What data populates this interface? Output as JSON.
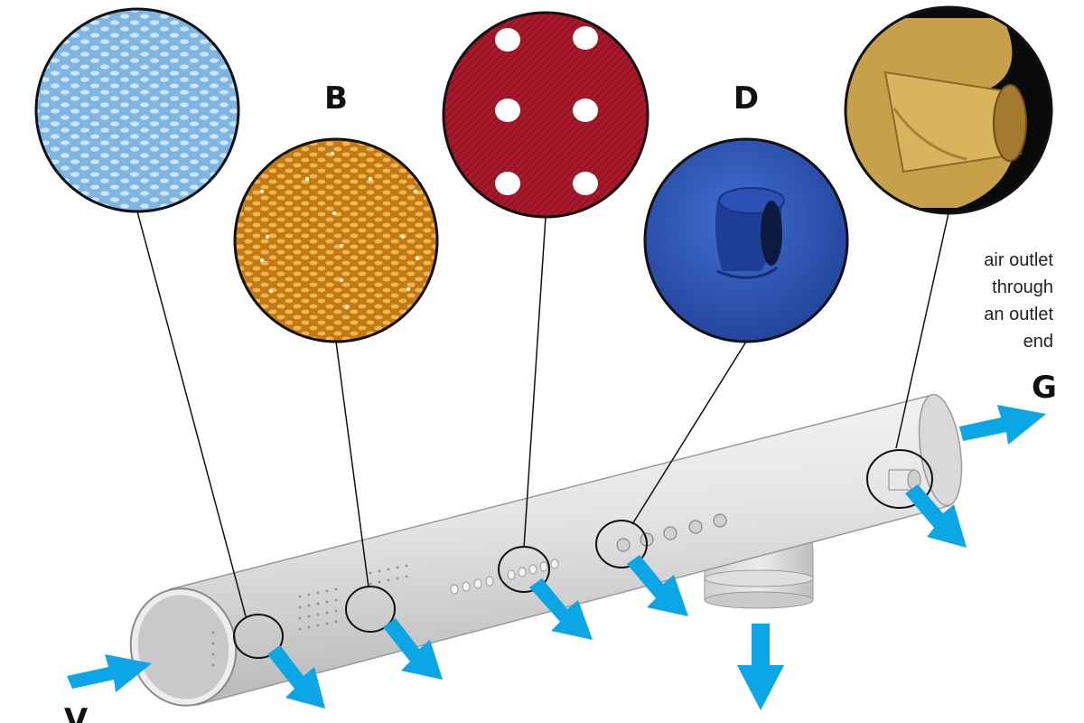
{
  "labels": {
    "b": "B",
    "d": "D",
    "g": "G",
    "v": "V"
  },
  "outlet_note": [
    "air outlet",
    "through",
    "an outlet",
    "end"
  ],
  "colors": {
    "arrow": "#0aa6e6",
    "pipe": "#e2e2e2",
    "fabric_a": "#7db6e3",
    "fabric_b": "#d9922a",
    "fabric_c": "#a8182b",
    "fabric_d": "#2c55b8",
    "fabric_e": "#c8a04a"
  },
  "icons": {
    "arrow": "flow-arrow-icon"
  }
}
